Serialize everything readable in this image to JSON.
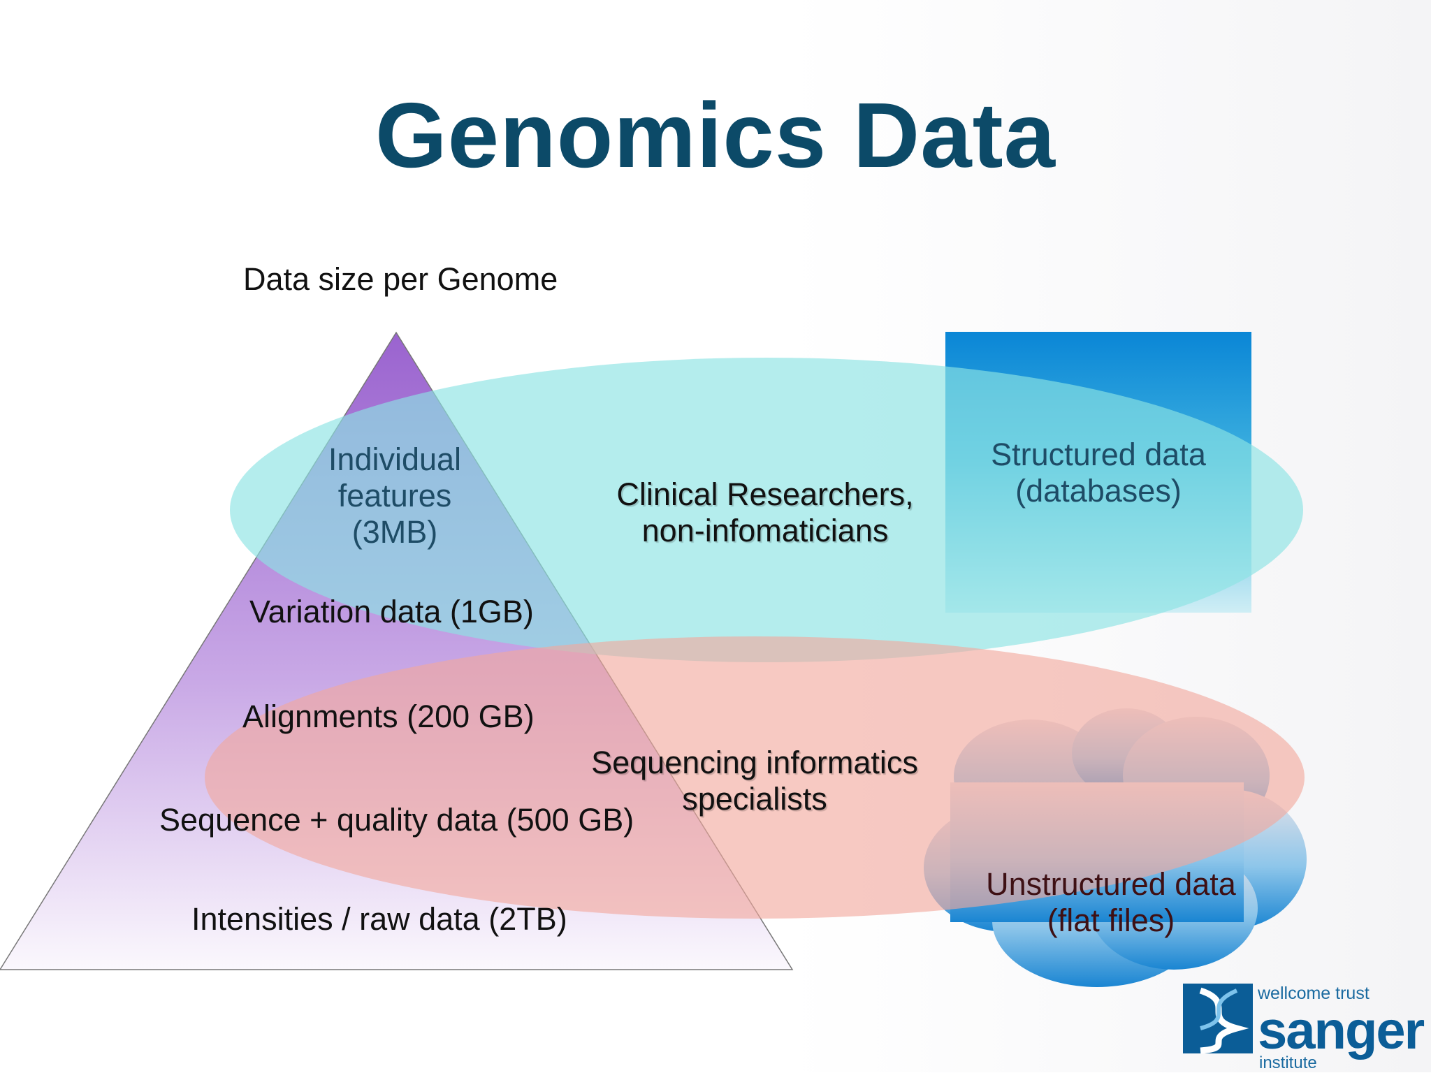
{
  "title": "Genomics Data",
  "pyramid": {
    "heading": "Data size per Genome",
    "levels": [
      {
        "label_line1": "Individual",
        "label_line2": "features",
        "label_line3": "(3MB)"
      },
      {
        "label": "Variation data (1GB)"
      },
      {
        "label": "Alignments (200 GB)"
      },
      {
        "label": "Sequence + quality data (500 GB)"
      },
      {
        "label": "Intensities / raw data (2TB)"
      }
    ]
  },
  "ellipses": {
    "top_label_line1": "Clinical Researchers,",
    "top_label_line2": "non-infomaticians",
    "bottom_label_line1": "Sequencing informatics",
    "bottom_label_line2": "specialists"
  },
  "structured": {
    "line1": "Structured data",
    "line2": "(databases)"
  },
  "unstructured": {
    "line1": "Unstructured data",
    "line2": "(flat files)"
  },
  "logo": {
    "top": "wellcome trust",
    "main": "sanger",
    "bottom": "institute"
  },
  "colors": {
    "title": "#0c4a68",
    "pyramid_top": "#9a63cf",
    "top_ellipse": "#8ce4e4",
    "bottom_ellipse": "#f2a89c",
    "database_box": "#0a86d6",
    "logo": "#0b5d97"
  }
}
